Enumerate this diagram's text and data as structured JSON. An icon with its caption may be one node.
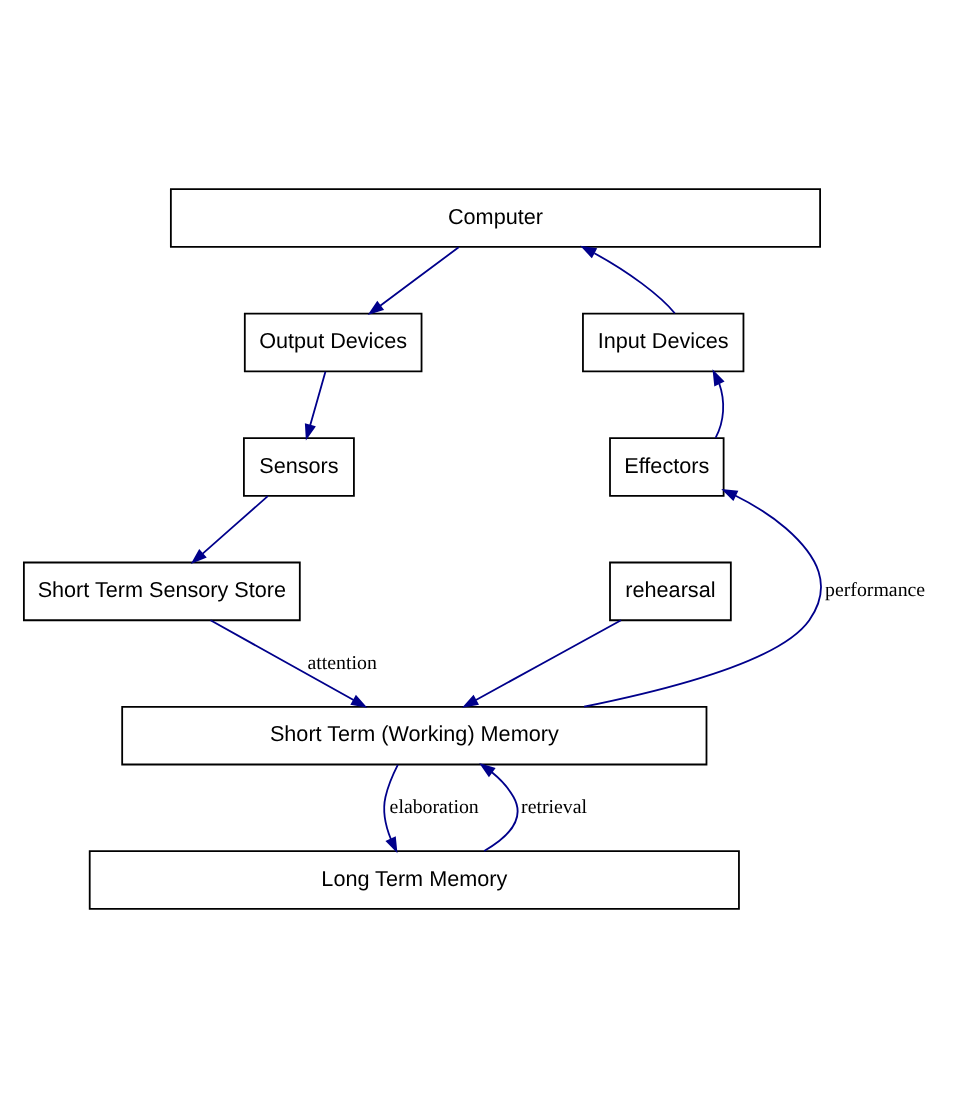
{
  "diagram": {
    "nodes": [
      {
        "text": [
          "Computer"
        ]
      },
      {
        "text": [
          "Output Devices"
        ]
      },
      {
        "text": [
          "Input Devices"
        ]
      },
      {
        "text": [
          "Sensors"
        ]
      },
      {
        "text": [
          "Effectors"
        ]
      },
      {
        "text": [
          "Short Term Sensory Store"
        ]
      },
      {
        "text": [
          "rehearsal"
        ]
      },
      {
        "text": [
          "Short Term (Working) Memory"
        ]
      },
      {
        "text": [
          "Long Term Memory"
        ]
      }
    ],
    "edges": [
      {
        "from": 0,
        "to": 1,
        "arrow": "to"
      },
      {
        "from": 1,
        "to": 3,
        "arrow": "to"
      },
      {
        "from": 3,
        "to": 5,
        "arrow": "to"
      },
      {
        "from": 5,
        "to": 7,
        "arrow": "to",
        "label": "attention"
      },
      {
        "from": 6,
        "to": 7,
        "arrow": "to"
      },
      {
        "from": 7,
        "to": 8,
        "arrow": "to",
        "label": "elaboration"
      },
      {
        "from": 8,
        "to": 7,
        "arrow": "to",
        "label": "retrieval"
      },
      {
        "from": 7,
        "to": 4,
        "arrow": "to",
        "label": "performance"
      },
      {
        "from": 4,
        "to": 2,
        "arrow": "to"
      },
      {
        "from": 2,
        "to": 0,
        "arrow": "to"
      }
    ]
  }
}
